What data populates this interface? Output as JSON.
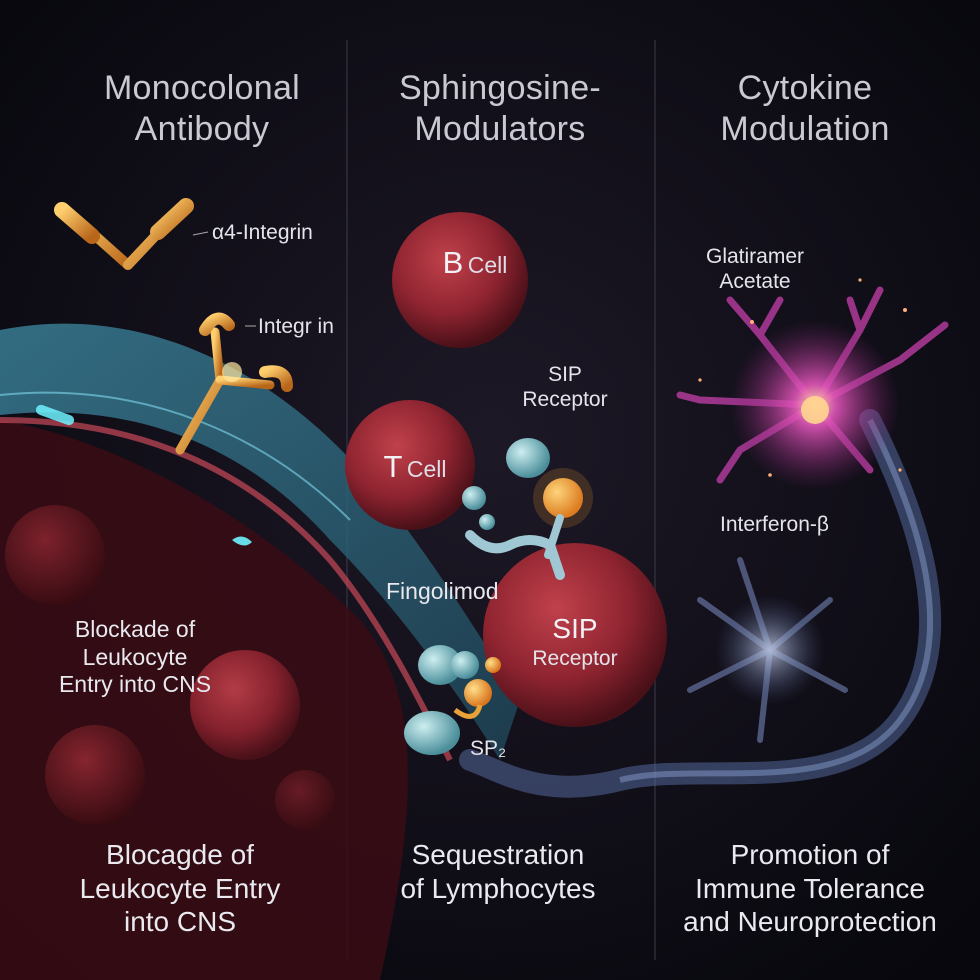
{
  "columns": [
    {
      "heading": [
        "Monocolonal",
        "Antibody"
      ],
      "labels": {
        "alpha_integrin": "α4-Integrin",
        "integrin": "Integr in",
        "blockade_mid": [
          "Blockade of",
          "Leukocyte",
          "Entry into CNS"
        ]
      },
      "footer": [
        "Blocagde of",
        "Leukocyte Entry",
        "into CNS"
      ]
    },
    {
      "heading": [
        "Sphingosine-",
        "Modulators"
      ],
      "labels": {
        "b_cell_big": "B",
        "b_cell_small": "Cell",
        "sip_receptor_top": [
          "SIP",
          "Receptor"
        ],
        "t_cell_big": "T",
        "t_cell_small": "Cell",
        "fingolimod": "Fingolimod",
        "sip_receptor_cell": [
          "SIP",
          "Receptor"
        ],
        "sp2": "SP₂"
      },
      "footer": [
        "Sequestration",
        "of Lymphocytes"
      ]
    },
    {
      "heading": [
        "Cytokine",
        "Modulation"
      ],
      "labels": {
        "glatiramer": [
          "Glatiramer",
          "Acetate"
        ],
        "interferon": "Interferon-β"
      },
      "footer": [
        "Promotion of",
        "Immune Tolerance",
        "and Neuroprotection"
      ]
    }
  ],
  "colors": {
    "background": "#0b0b14",
    "cell_red": "#9e2b34",
    "vessel_teal": "#3f8ca6",
    "antibody_gold": "#e39a2c",
    "neuron_magenta": "#c23ea6",
    "receptor_cyan": "#7ec8d2",
    "receptor_orange": "#f2a33a"
  }
}
